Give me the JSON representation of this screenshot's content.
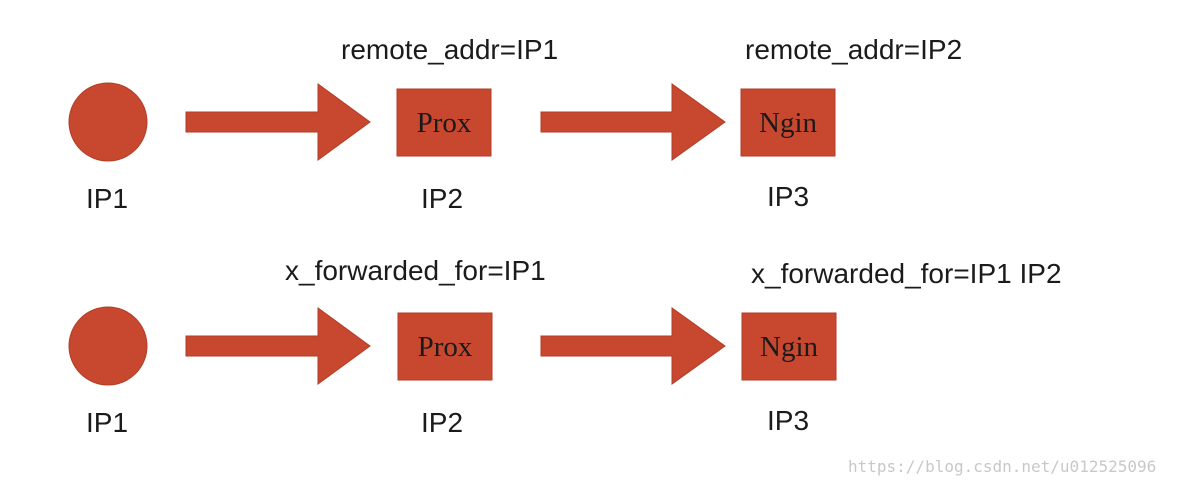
{
  "colors": {
    "shape_fill": "#c7482f",
    "shape_stroke": "#b23d27",
    "text": "#1b1b1b",
    "watermark": "#c8c8c8"
  },
  "row1": {
    "label_mid": "remote_addr=IP1",
    "label_right": "remote_addr=IP2",
    "client": {
      "ip": "IP1"
    },
    "proxy": {
      "box_text": "Prox",
      "ip": "IP2"
    },
    "nginx": {
      "box_text": "Ngin",
      "ip": "IP3"
    }
  },
  "row2": {
    "label_mid": "x_forwarded_for=IP1",
    "label_right": "x_forwarded_for=IP1 IP2",
    "client": {
      "ip": "IP1"
    },
    "proxy": {
      "box_text": "Prox",
      "ip": "IP2"
    },
    "nginx": {
      "box_text": "Ngin",
      "ip": "IP3"
    }
  },
  "watermark": "https://blog.csdn.net/u012525096"
}
